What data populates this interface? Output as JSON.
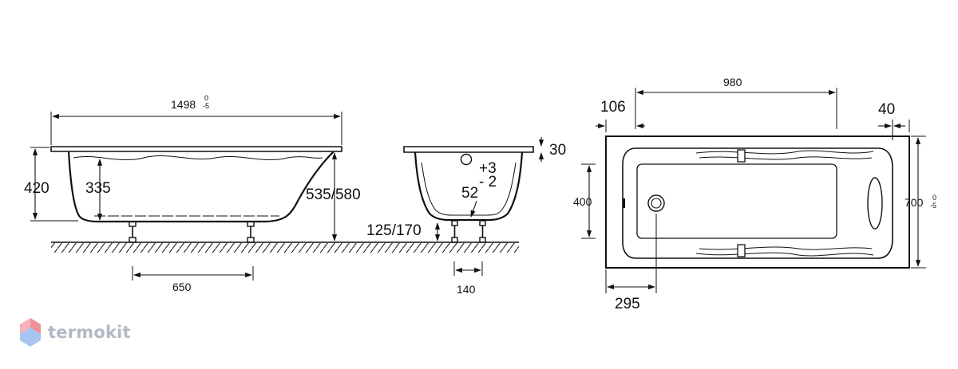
{
  "dimensions": {
    "side_length": "1498",
    "side_length_tol_upper": "0",
    "side_length_tol_lower": "-5",
    "side_height": "420",
    "inner_depth": "335",
    "total_height": "535/580",
    "leg_spacing": "650",
    "rim_height": "30",
    "tol_plus": "+3",
    "tol_minus": "- 2",
    "drain_height": "52",
    "leg_height": "125/170",
    "leg_width": "140",
    "top_length": "980",
    "top_left_offset": "106",
    "top_right_offset": "40",
    "top_width": "700",
    "top_width_tol_upper": "0",
    "top_width_tol_lower": "-5",
    "inner_width": "400",
    "bottom_offset": "295"
  },
  "brand": {
    "name": "termokit",
    "logo_colors": [
      "#e8697a",
      "#7aa4e6"
    ]
  }
}
